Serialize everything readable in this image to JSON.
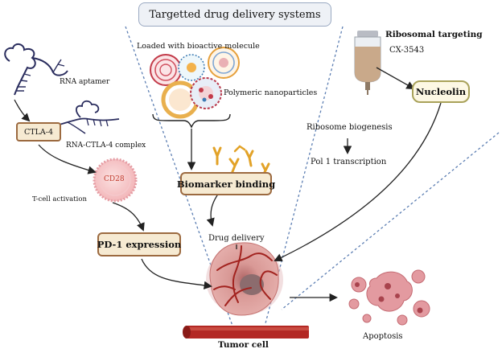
{
  "title": "Targetted drug delivery systems",
  "aptamer_branch": {
    "rna_aptamer": "RNA aptamer",
    "ctla4": "CTLA-4",
    "complex": "RNA-CTLA-4 complex",
    "cd28": "CD28",
    "tcell_activation": "T-cell activation",
    "pd1_expression": "PD-1 expression"
  },
  "nanoparticle_branch": {
    "loaded": "Loaded with bioactive molecule",
    "polymeric": "Polymeric nanoparticles",
    "biomarker_binding": "Biomarker binding",
    "drug_delivery": "Drug delivery"
  },
  "ribosomal_branch": {
    "heading": "Ribosomal targeting",
    "drug": "CX-3543",
    "nucleolin": "Nucleolin",
    "ribosome_biogenesis": "Ribosome biogenesis",
    "pol1": "Pol 1 transcription"
  },
  "outcome": {
    "tumor_cell": "Tumor cell",
    "apoptosis": "Apoptosis"
  },
  "colors": {
    "box_fill": "#f6ead2",
    "box_border": "#9c6a40",
    "tumor": "#d88f8c",
    "vessel": "#b32824",
    "divider": "#5d7fb3",
    "antibody": "#e2a227"
  }
}
